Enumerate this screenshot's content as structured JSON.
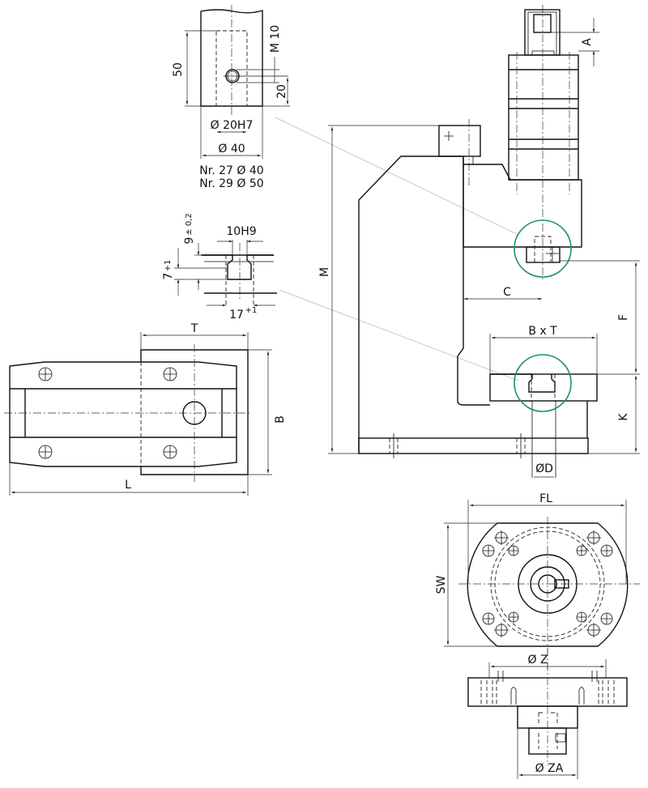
{
  "title": "Press dimension drawing",
  "colors": {
    "line": "#111111",
    "highlight_circle": "#1a9470",
    "leader_line": "#c8c8c8",
    "background": "#ffffff"
  },
  "detail_shank": {
    "height_label": "50",
    "thread_label": "M 10",
    "thread_offset_label": "20",
    "bore_label": "Ø 20H7",
    "diameter_label": "Ø 40",
    "variants": [
      "Nr. 27 Ø 40",
      "Nr. 29  Ø 50"
    ]
  },
  "detail_tslot": {
    "slot_width_label": "10H9",
    "depth_label": "9",
    "depth_tolerance": "± 0,2",
    "neck_label": "7",
    "neck_tolerance": "+1",
    "base_width_label": "17",
    "base_width_tolerance": "+1"
  },
  "side_view": {
    "labels": {
      "A": "A",
      "M": "M",
      "C": "C",
      "F": "F",
      "K": "K",
      "BxT": "B x T",
      "D": "ØD"
    }
  },
  "top_view": {
    "labels": {
      "T": "T",
      "B": "B",
      "L": "L"
    }
  },
  "flange_view": {
    "labels": {
      "FL": "FL",
      "SW": "SW",
      "Z": "Ø Z",
      "ZA": "Ø ZA"
    }
  }
}
